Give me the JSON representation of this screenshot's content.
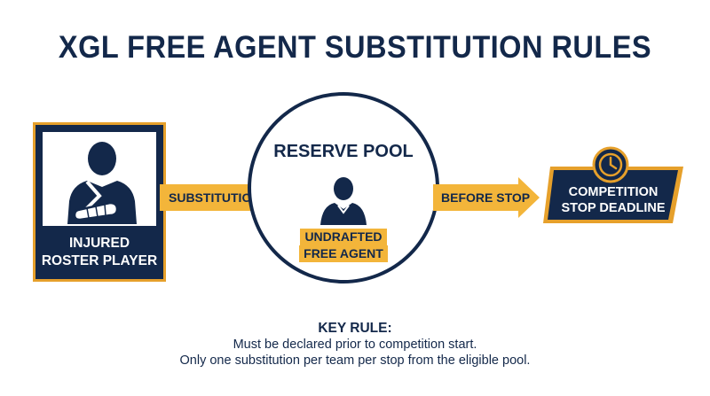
{
  "title": "XGL FREE AGENT SUBSTITUTION RULES",
  "injured": {
    "line1": "INJURED",
    "line2": "ROSTER PLAYER",
    "icon": "injured-player-icon"
  },
  "arrow_left": {
    "label": "SUBSTITUTION"
  },
  "pool": {
    "title": "RESERVE POOL",
    "line1": "UNDRAFTED",
    "line2": "FREE AGENT",
    "icon": "person-icon"
  },
  "arrow_right": {
    "label": "BEFORE STOP"
  },
  "deadline": {
    "line1": "COMPETITION",
    "line2": "STOP DEADLINE",
    "icon": "clock-icon"
  },
  "key_rule": {
    "title": "KEY RULE:",
    "line1": "Must be declared prior to competition start.",
    "line2": "Only one substitution per team per stop from the eligible pool."
  },
  "colors": {
    "navy": "#13284a",
    "gold": "#e6a02b",
    "gold_light": "#f3b53a"
  }
}
